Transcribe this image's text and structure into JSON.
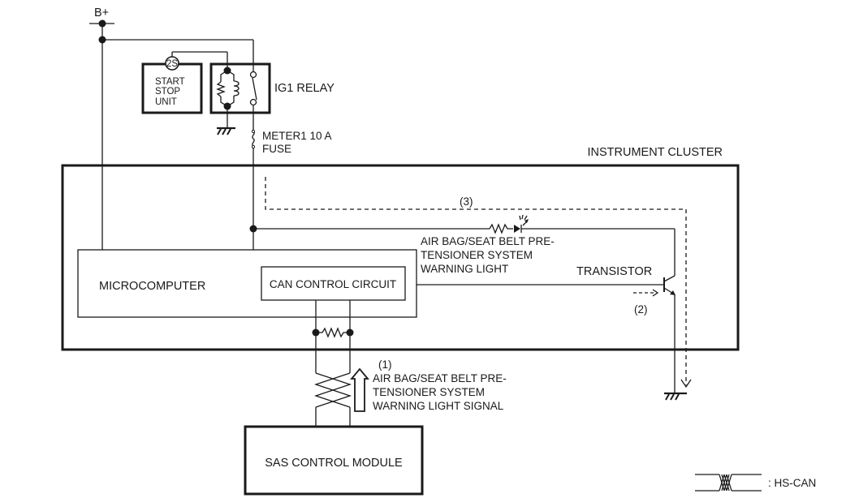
{
  "diagram": {
    "power_source": "B+",
    "start_stop_unit": {
      "connector": "2S",
      "label_lines": [
        "START",
        "STOP",
        "UNIT"
      ]
    },
    "relay": {
      "label": "IG1 RELAY"
    },
    "fuse": {
      "label_lines": [
        "METER1 10 A",
        "FUSE"
      ]
    },
    "instrument_cluster": {
      "label": "INSTRUMENT CLUSTER"
    },
    "microcomputer": {
      "label": "MICROCOMPUTER"
    },
    "can_control_circuit": {
      "label": "CAN CONTROL CIRCUIT"
    },
    "warning_light": {
      "label_lines": [
        "AIR BAG/SEAT BELT PRE-",
        "TENSIONER SYSTEM",
        "WARNING LIGHT"
      ]
    },
    "transistor": {
      "label": "TRANSISTOR"
    },
    "steps": {
      "step1": "(1)",
      "step2": "(2)",
      "step3": "(3)"
    },
    "signal": {
      "label_lines": [
        "AIR BAG/SEAT BELT PRE-",
        "TENSIONER SYSTEM",
        "WARNING LIGHT SIGNAL"
      ]
    },
    "sas_module": {
      "label": "SAS CONTROL MODULE"
    },
    "legend": {
      "label": ": HS-CAN"
    }
  },
  "colors": {
    "line": "#1a1a1a",
    "background": "#ffffff"
  }
}
